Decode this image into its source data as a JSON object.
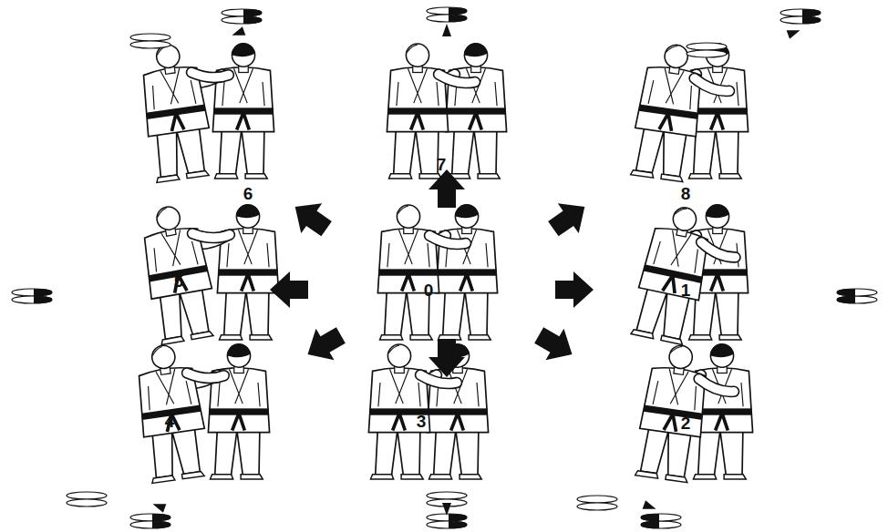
{
  "diagram": {
    "labels": [
      "6",
      "7",
      "8",
      "5",
      "0",
      "1",
      "4",
      "3",
      "2"
    ]
  }
}
